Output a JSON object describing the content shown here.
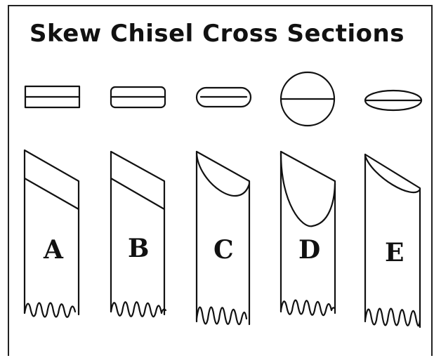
{
  "title": "Skew Chisel Cross Sections",
  "sections": [
    {
      "label": "A",
      "profile": "rectangle-square-edges"
    },
    {
      "label": "B",
      "profile": "rectangle-slightly-rounded-edges"
    },
    {
      "label": "C",
      "profile": "oval-rounded-ends"
    },
    {
      "label": "D",
      "profile": "round"
    },
    {
      "label": "E",
      "profile": "elliptical"
    }
  ]
}
